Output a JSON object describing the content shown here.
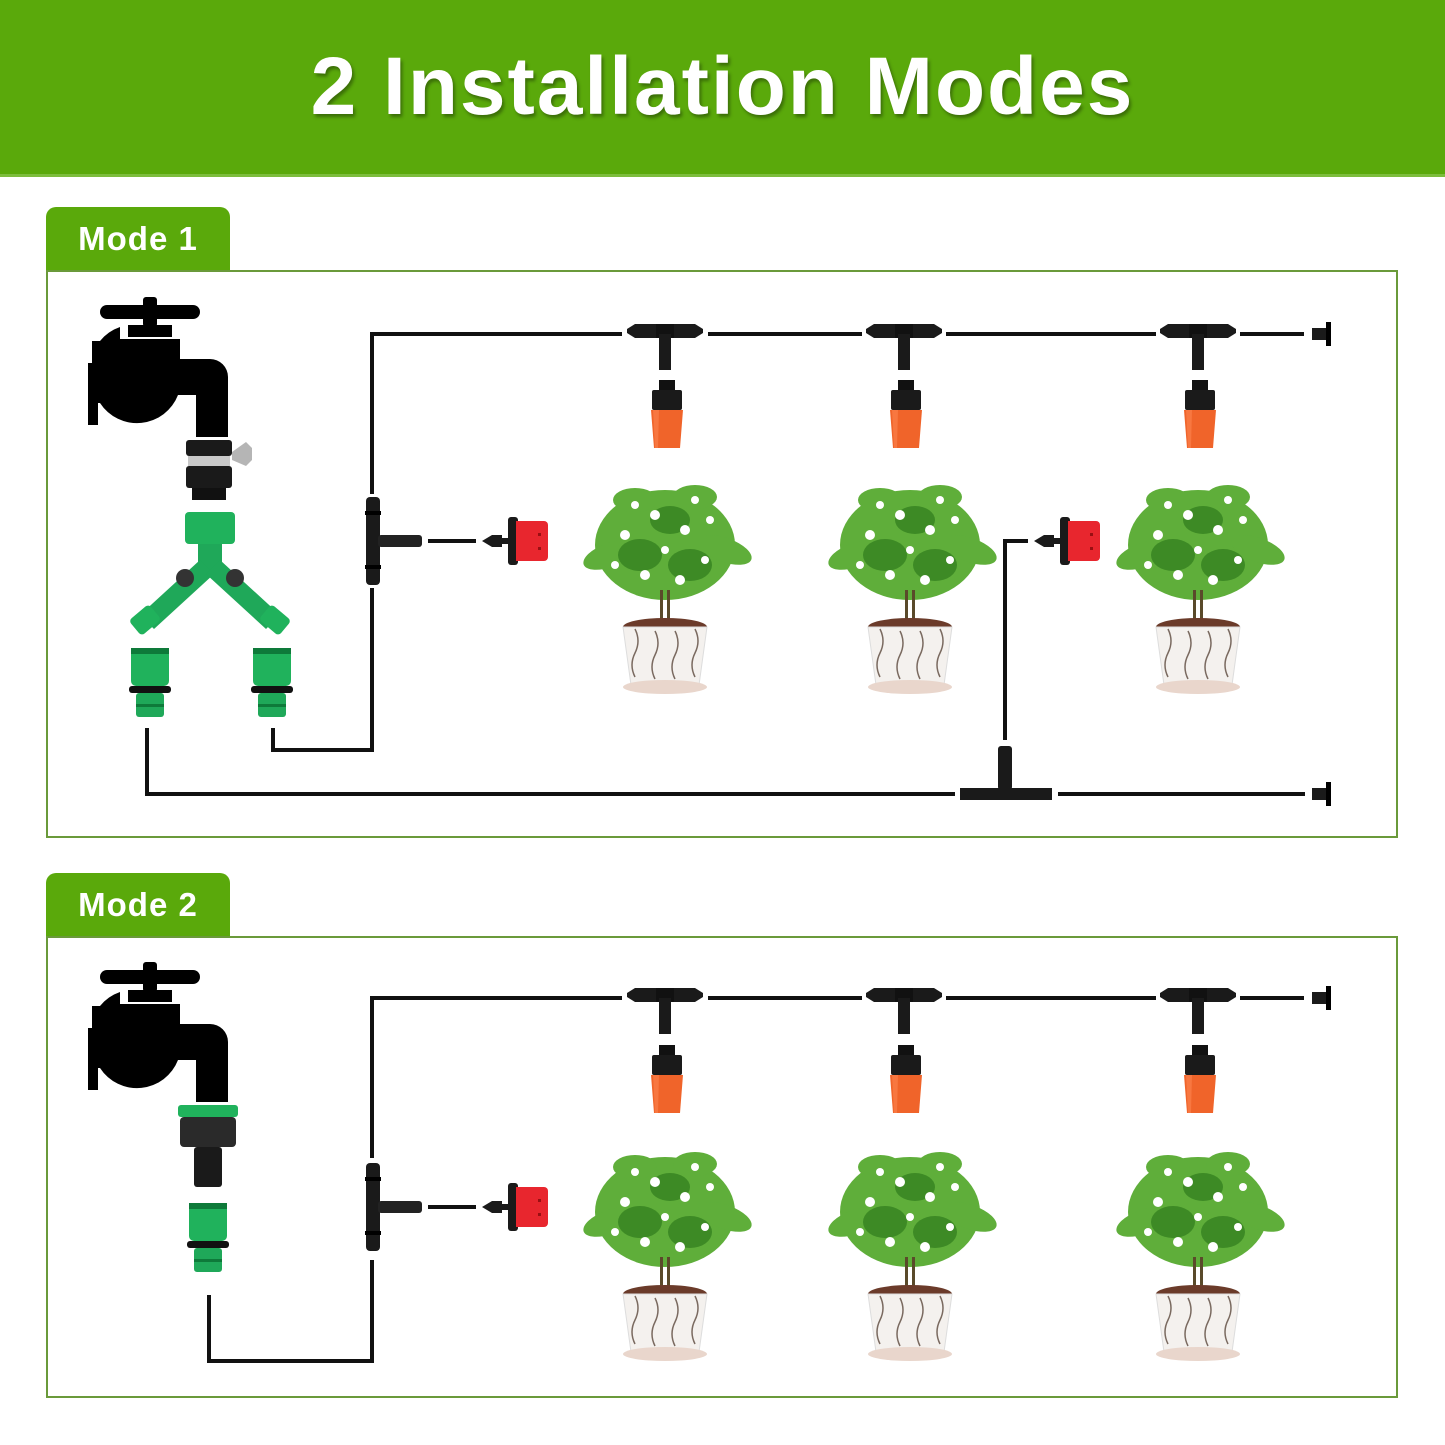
{
  "header": {
    "title": "2 Installation Modes"
  },
  "colors": {
    "brand_green": "#5aa90b",
    "box_border": "#6a9a3a",
    "tube": "#111111",
    "dripper_orange": "#f0642a",
    "dripper_red": "#e8262e",
    "connector_green": "#1fa859"
  },
  "modes": [
    {
      "label": "Mode 1",
      "components": [
        "faucet-icon",
        "tap-adapter",
        "y-splitter-valve",
        "quick-connector",
        "quick-connector",
        "tee-connector",
        "adjustable-dripper",
        "tee-connector",
        "adjustable-dripper",
        "tee-connector",
        "adjustable-dripper",
        "tee-connector",
        "adjustable-dripper",
        "tee-connector",
        "adjustable-dripper",
        "end-plug",
        "end-plug"
      ],
      "plants": 3
    },
    {
      "label": "Mode 2",
      "components": [
        "faucet-icon",
        "tap-adapter",
        "quick-connector",
        "tee-connector",
        "adjustable-dripper",
        "tee-connector",
        "adjustable-dripper",
        "tee-connector",
        "adjustable-dripper",
        "tee-connector",
        "adjustable-dripper",
        "end-plug"
      ],
      "plants": 3
    }
  ]
}
